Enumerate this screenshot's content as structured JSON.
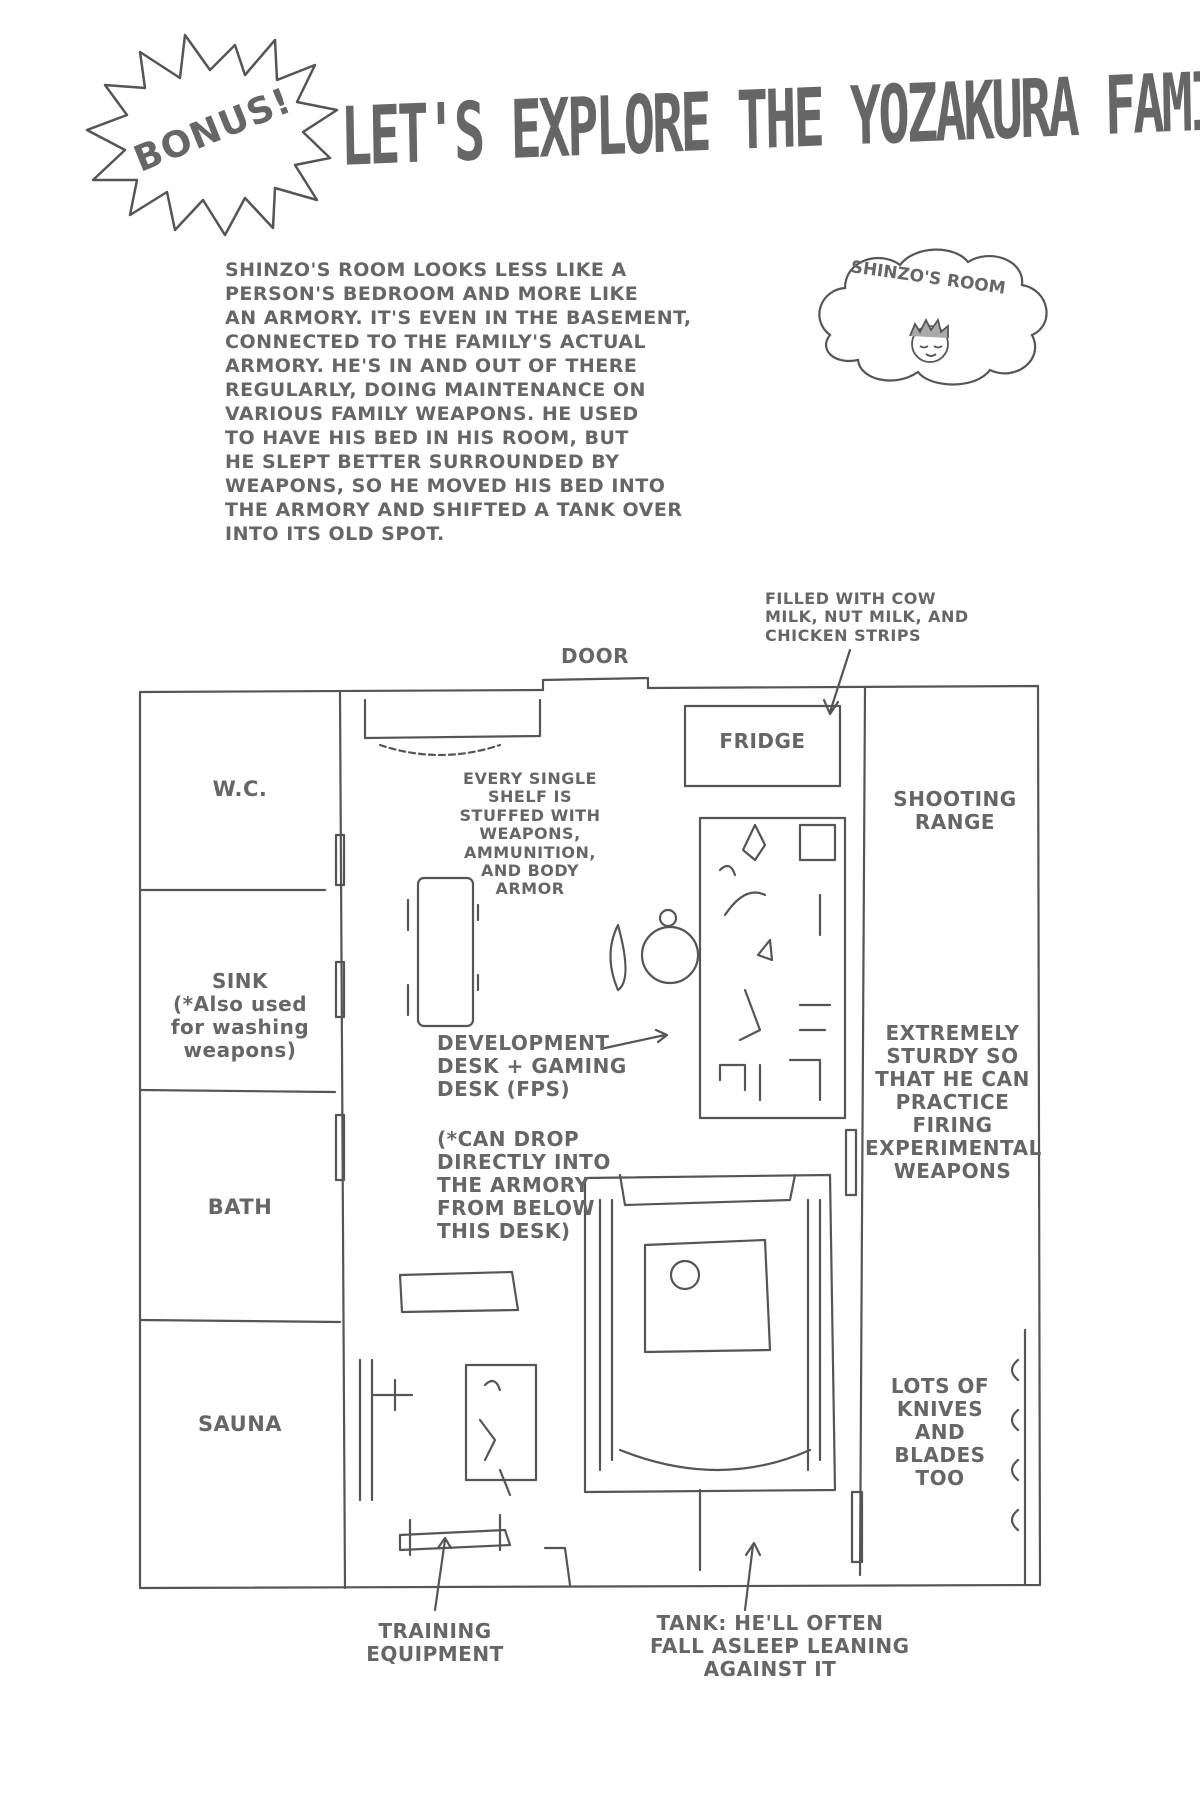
{
  "header": {
    "badge": "BONUS!",
    "title": "LET'S EXPLORE THE YOZAKURA FAMILY MANSION!"
  },
  "intro_lines": [
    "SHINZO'S ROOM LOOKS LESS LIKE A",
    "PERSON'S BEDROOM AND MORE LIKE",
    "AN ARMORY. IT'S EVEN IN THE BASEMENT,",
    "CONNECTED TO THE FAMILY'S ACTUAL",
    "ARMORY. HE'S IN AND OUT OF THERE",
    "REGULARLY, DOING MAINTENANCE ON",
    "VARIOUS FAMILY WEAPONS. HE USED",
    "TO HAVE HIS BED IN HIS ROOM, BUT",
    "HE SLEPT BETTER SURROUNDED BY",
    "WEAPONS, SO HE MOVED HIS BED INTO",
    "THE ARMORY AND SHIFTED A TANK OVER",
    "INTO ITS OLD SPOT."
  ],
  "thought_bubble": "SHINZO'S ROOM",
  "rooms": {
    "wc": "W.C.",
    "sink": [
      "SINK",
      "(*Also used",
      "for washing",
      "weapons)"
    ],
    "bath": "BATH",
    "sauna": "SAUNA",
    "shooting_range": [
      "SHOOTING",
      "RANGE"
    ]
  },
  "labels": {
    "door": "DOOR",
    "fridge": "FRIDGE",
    "fridge_note": [
      "FILLED WITH COW",
      "MILK, NUT MILK, AND",
      "CHICKEN STRIPS"
    ],
    "shelf_note": [
      "EVERY SINGLE",
      "SHELF IS",
      "STUFFED WITH",
      "WEAPONS,",
      "AMMUNITION,",
      "AND BODY",
      "ARMOR"
    ],
    "desk_note": [
      "DEVELOPMENT",
      "DESK + GAMING",
      "DESK (FPS)"
    ],
    "drop_note": [
      "(*CAN DROP",
      "DIRECTLY INTO",
      "THE ARMORY",
      "FROM BELOW",
      "THIS DESK)"
    ],
    "sturdy_note": [
      "EXTREMELY",
      "STURDY SO",
      "THAT HE CAN",
      "PRACTICE",
      "FIRING",
      "EXPERIMENTAL",
      "WEAPONS"
    ],
    "knives_note": [
      "LOTS OF",
      "KNIVES",
      "AND",
      "BLADES",
      "TOO"
    ],
    "training_note": [
      "TRAINING",
      "EQUIPMENT"
    ],
    "tank_note": [
      "TANK: HE'LL OFTEN",
      "FALL ASLEEP LEANING",
      "AGAINST IT"
    ]
  }
}
